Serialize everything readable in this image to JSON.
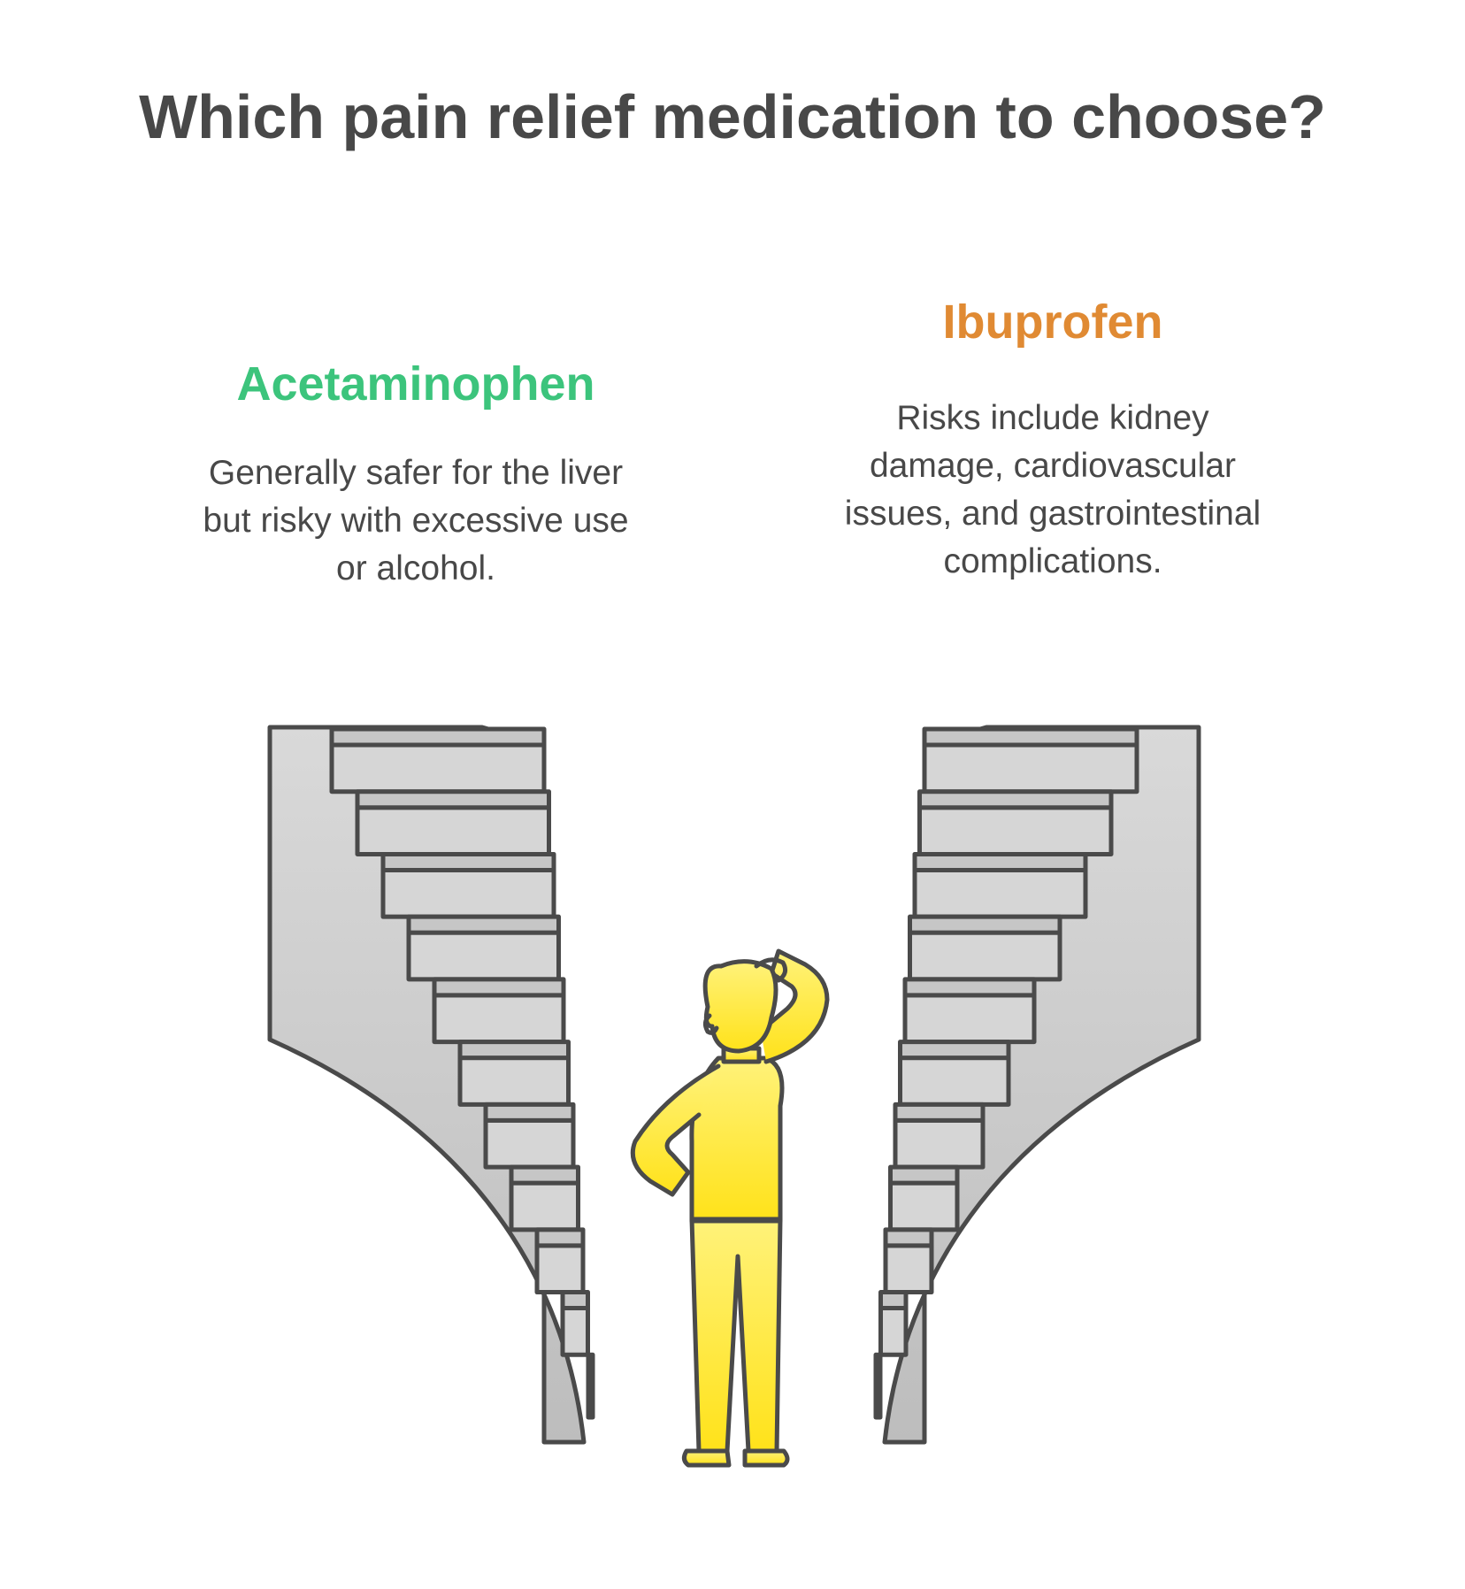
{
  "title": "Which pain relief medication to choose?",
  "options": [
    {
      "name": "Acetaminophen",
      "color": "#3cc47c",
      "description": "Generally safer for the liver but risky with excessive use or alcohol."
    },
    {
      "name": "Ibuprofen",
      "color": "#e08a33",
      "description": "Risks include kidney damage, cardiovascular issues, and gastrointestinal complications."
    }
  ],
  "illustration": {
    "icons": [
      "left-staircase-icon",
      "right-staircase-icon",
      "confused-person-icon"
    ],
    "colors": {
      "stair_fill": "#d6d6d6",
      "stair_side": "#c6c6c6",
      "outline": "#4a4a4a",
      "person_fill": "#ffe45c"
    }
  }
}
